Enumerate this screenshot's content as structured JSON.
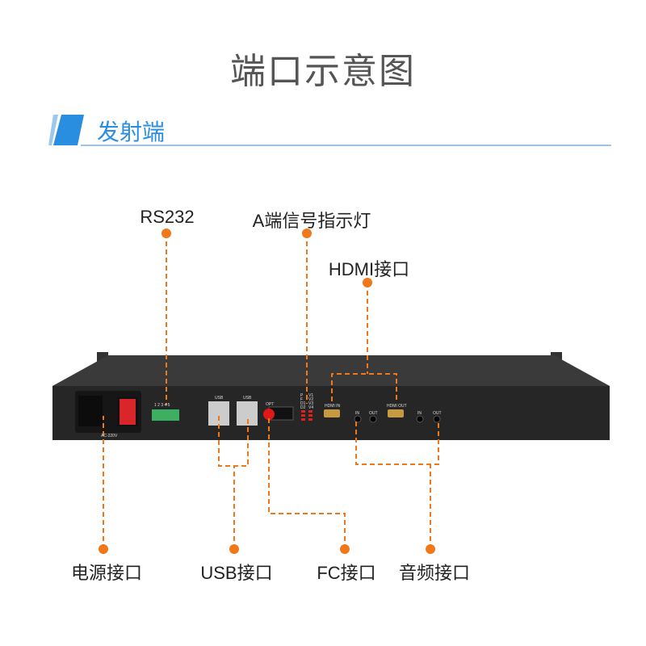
{
  "title": "端口示意图",
  "section": "发射端",
  "callouts": {
    "rs232": "RS232",
    "led": "A端信号指示灯",
    "hdmi": "HDMI接口",
    "power": "电源接口",
    "usb": "USB接口",
    "fc": "FC接口",
    "audio": "音频接口"
  },
  "panel": {
    "terminal_pins": "1 2 3 4 5",
    "usb1": "USB",
    "usb2": "USB",
    "opt": "OPT",
    "hdmi_in": "HDMI IN",
    "hdmi_out": "HDMI OUT",
    "audio_in1": "IN",
    "audio_out1": "OUT",
    "audio_in2": "IN",
    "audio_out2": "OUT",
    "power": "AC-220V",
    "led_left": "P F D1 D2",
    "led_right": "V1 V2 V3 V4"
  },
  "colors": {
    "accent": "#2a8ee0",
    "callout": "#f07818",
    "device": "#2b2b2b"
  }
}
